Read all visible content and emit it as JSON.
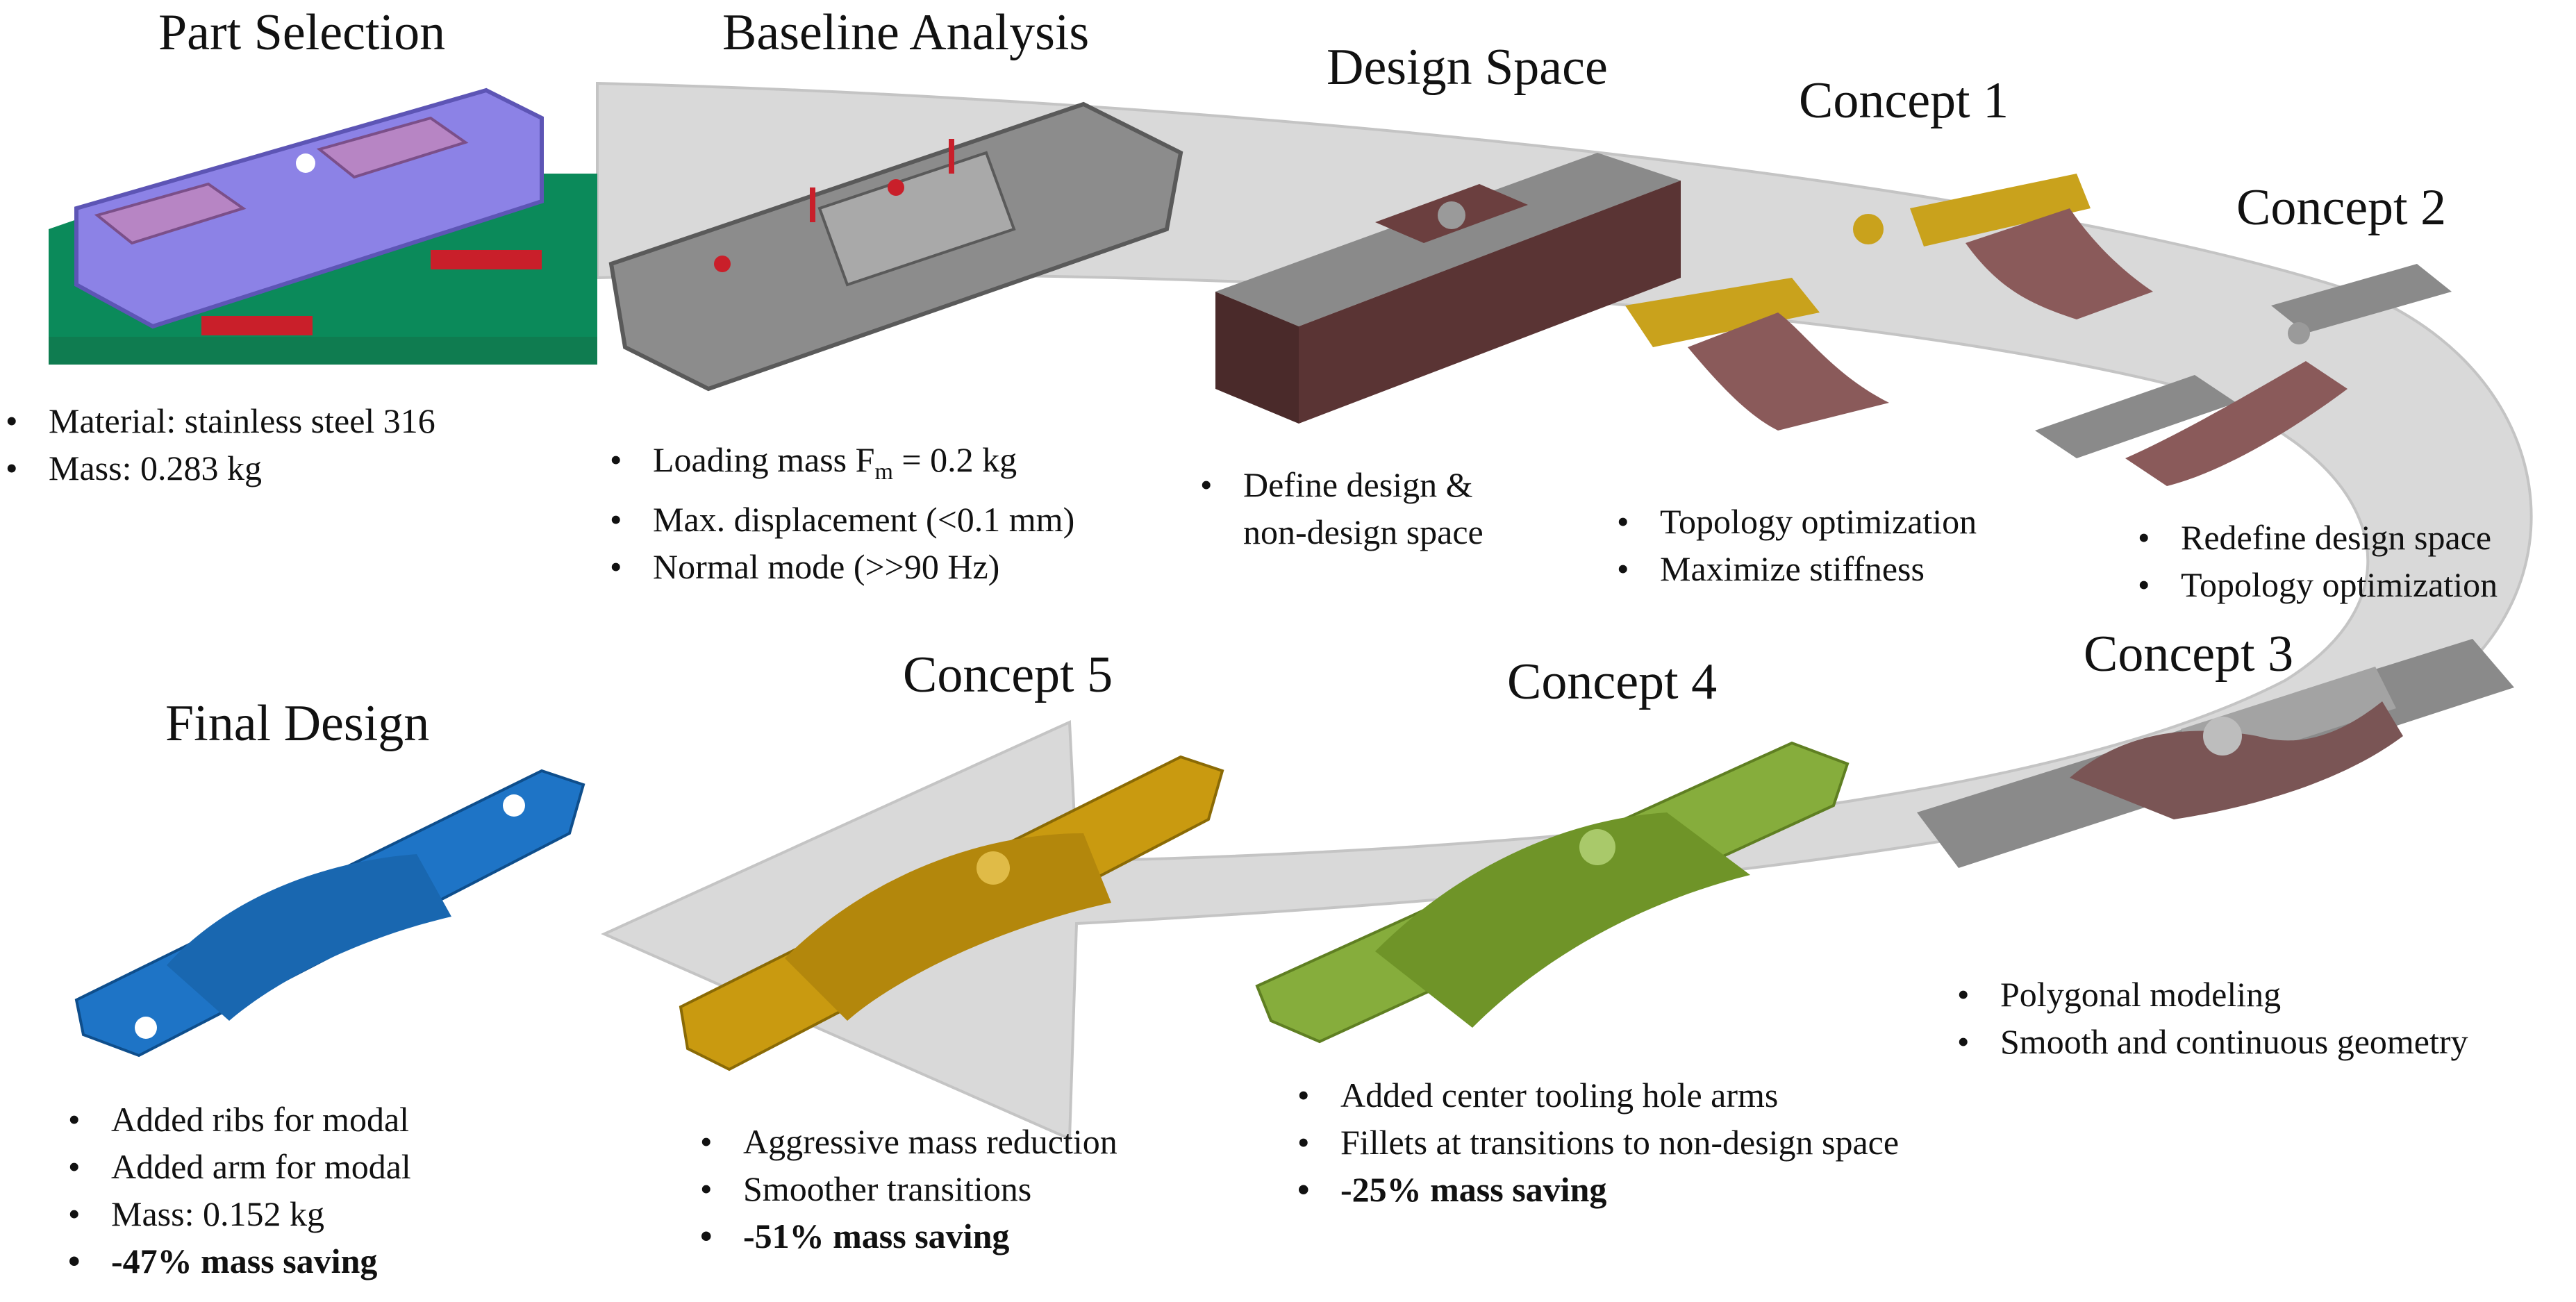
{
  "colors": {
    "arrow": "#d9d9d9",
    "part_selection": "#8c82e6",
    "baseline": "#8c8c8c",
    "design_space": "#5a3434",
    "concept_yellow": "#c9a21c",
    "concept_gray": "#8a8a8a",
    "topology": "#8a5a5a",
    "concept4_green": "#86ad3c",
    "concept5_gold": "#c99a10",
    "final_blue": "#1e74c6"
  },
  "stages": {
    "part_selection": {
      "title": "Part Selection",
      "bullets": [
        "Material: stainless steel 316",
        "Mass: 0.283 kg"
      ]
    },
    "baseline_analysis": {
      "title": "Baseline Analysis",
      "bullets": {
        "loading_prefix": "Loading mass F",
        "loading_sub": "m",
        "loading_suffix": " = 0.2 kg",
        "displacement": "Max. displacement (<0.1 mm)",
        "normal_mode": "Normal mode (>>90 Hz)"
      }
    },
    "design_space": {
      "title": "Design Space",
      "bullets": [
        "Define design &",
        "non-design space"
      ]
    },
    "concept1": {
      "title": "Concept 1",
      "bullets": [
        "Topology optimization",
        "Maximize stiffness"
      ]
    },
    "concept2": {
      "title": "Concept 2",
      "bullets": [
        "Redefine design space",
        "Topology optimization"
      ]
    },
    "concept3": {
      "title": "Concept 3",
      "bullets": [
        "Polygonal modeling",
        "Smooth and continuous geometry"
      ]
    },
    "concept4": {
      "title": "Concept 4",
      "bullets": [
        "Added center tooling hole arms",
        "Fillets at transitions to non-design space",
        "-25% mass saving"
      ]
    },
    "concept5": {
      "title": "Concept 5",
      "bullets": [
        "Aggressive mass reduction",
        "Smoother transitions",
        "-51% mass saving"
      ]
    },
    "final_design": {
      "title": "Final Design",
      "bullets": [
        "Added ribs for modal",
        "Added arm for modal",
        "Mass: 0.152 kg",
        "-47% mass saving"
      ]
    }
  }
}
